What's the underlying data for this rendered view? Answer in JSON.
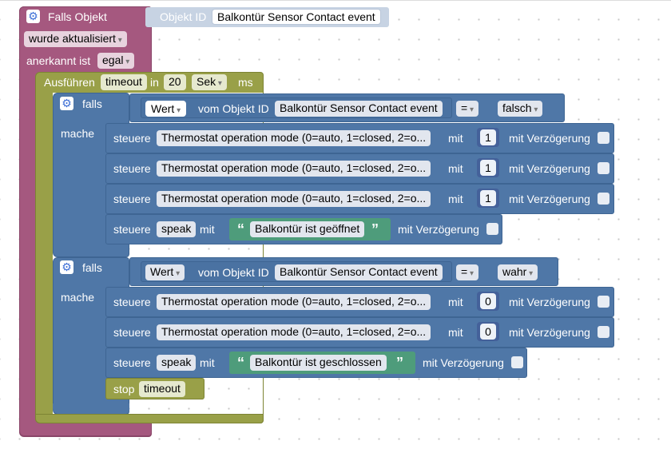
{
  "event_block": {
    "title": "Falls Objekt",
    "object_id_label": "Objekt ID",
    "object_id_value": "Balkontür Sensor Contact event",
    "trigger": "wurde aktualisiert",
    "ack_label": "anerkannt ist",
    "ack_value": "egal"
  },
  "timeout_block": {
    "label": "Ausführen",
    "var": "timeout",
    "in_label": "in",
    "delay": "20",
    "unit": "Sek",
    "unit_suffix": "ms"
  },
  "if1": {
    "falls": "falls",
    "mache": "mache",
    "prop": "Wert",
    "of_label": "vom Objekt ID",
    "object": "Balkontür Sensor Contact event",
    "op": "=",
    "value": "falsch"
  },
  "if1_actions": [
    {
      "steuere": "steuere",
      "target": "Thermostat operation mode (0=auto, 1=closed, 2=o...",
      "mit": "mit",
      "val": "1",
      "delay_label": "mit Verzögerung"
    },
    {
      "steuere": "steuere",
      "target": "Thermostat operation mode (0=auto, 1=closed, 2=o...",
      "mit": "mit",
      "val": "1",
      "delay_label": "mit Verzögerung"
    },
    {
      "steuere": "steuere",
      "target": "Thermostat operation mode (0=auto, 1=closed, 2=o...",
      "mit": "mit",
      "val": "1",
      "delay_label": "mit Verzögerung"
    },
    {
      "steuere": "steuere",
      "target": "speak",
      "mit": "mit",
      "val": "Balkontür ist geöffnet",
      "delay_label": "mit Verzögerung"
    }
  ],
  "if2": {
    "falls": "falls",
    "mache": "mache",
    "prop": "Wert",
    "of_label": "vom Objekt ID",
    "object": "Balkontür Sensor Contact event",
    "op": "=",
    "value": "wahr"
  },
  "if2_actions": [
    {
      "steuere": "steuere",
      "target": "Thermostat operation mode (0=auto, 1=closed, 2=o...",
      "mit": "mit",
      "val": "0",
      "delay_label": "mit Verzögerung"
    },
    {
      "steuere": "steuere",
      "target": "Thermostat operation mode (0=auto, 1=closed, 2=o...",
      "mit": "mit",
      "val": "0",
      "delay_label": "mit Verzögerung"
    },
    {
      "steuere": "steuere",
      "target": "speak",
      "mit": "mit",
      "val": "Balkontür ist geschlossen",
      "delay_label": "mit Verzögerung"
    }
  ],
  "stop_block": {
    "label": "stop",
    "var": "timeout"
  },
  "icons": {
    "gear": "gear-icon",
    "open_quote": "“",
    "close_quote": "”"
  },
  "colors": {
    "event": "#a5587f",
    "timer": "#99a048",
    "logic": "#4f77a7",
    "text": "#4e9c7b"
  }
}
